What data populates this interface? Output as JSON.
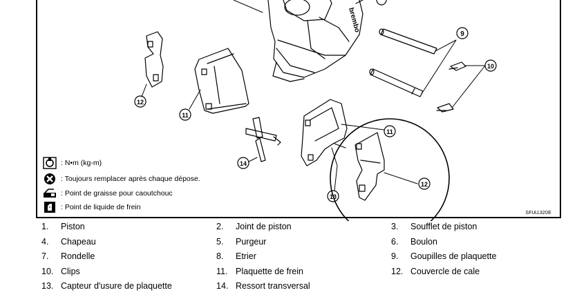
{
  "callouts": [
    "9",
    "10",
    "11",
    "12",
    "13",
    "14"
  ],
  "brand_text": "brembo",
  "legend": [
    {
      "icon": "torque-wrench-icon",
      "text": ": N•m (kg-m)"
    },
    {
      "icon": "replace-x-icon",
      "text": ": Toujours remplacer après chaque dépose."
    },
    {
      "icon": "grease-icon",
      "text": ": Point de graisse pour caoutchouc"
    },
    {
      "icon": "brake-fluid-icon",
      "text": ": Point de liquide de frein"
    }
  ],
  "ref_code": "SFIA1320E",
  "parts": [
    {
      "num": "1.",
      "name": "Piston"
    },
    {
      "num": "2.",
      "name": "Joint de piston"
    },
    {
      "num": "3.",
      "name": "Soufflet de piston"
    },
    {
      "num": "4.",
      "name": "Chapeau"
    },
    {
      "num": "5.",
      "name": "Purgeur"
    },
    {
      "num": "6.",
      "name": "Boulon"
    },
    {
      "num": "7.",
      "name": "Rondelle"
    },
    {
      "num": "8.",
      "name": "Etrier"
    },
    {
      "num": "9.",
      "name": "Goupilles de plaquette"
    },
    {
      "num": "10.",
      "name": "Clips"
    },
    {
      "num": "11.",
      "name": "Plaquette de frein"
    },
    {
      "num": "12.",
      "name": "Couvercle de cale"
    },
    {
      "num": "13.",
      "name": "Capteur d'usure de plaquette"
    },
    {
      "num": "14.",
      "name": "Ressort transversal"
    }
  ]
}
